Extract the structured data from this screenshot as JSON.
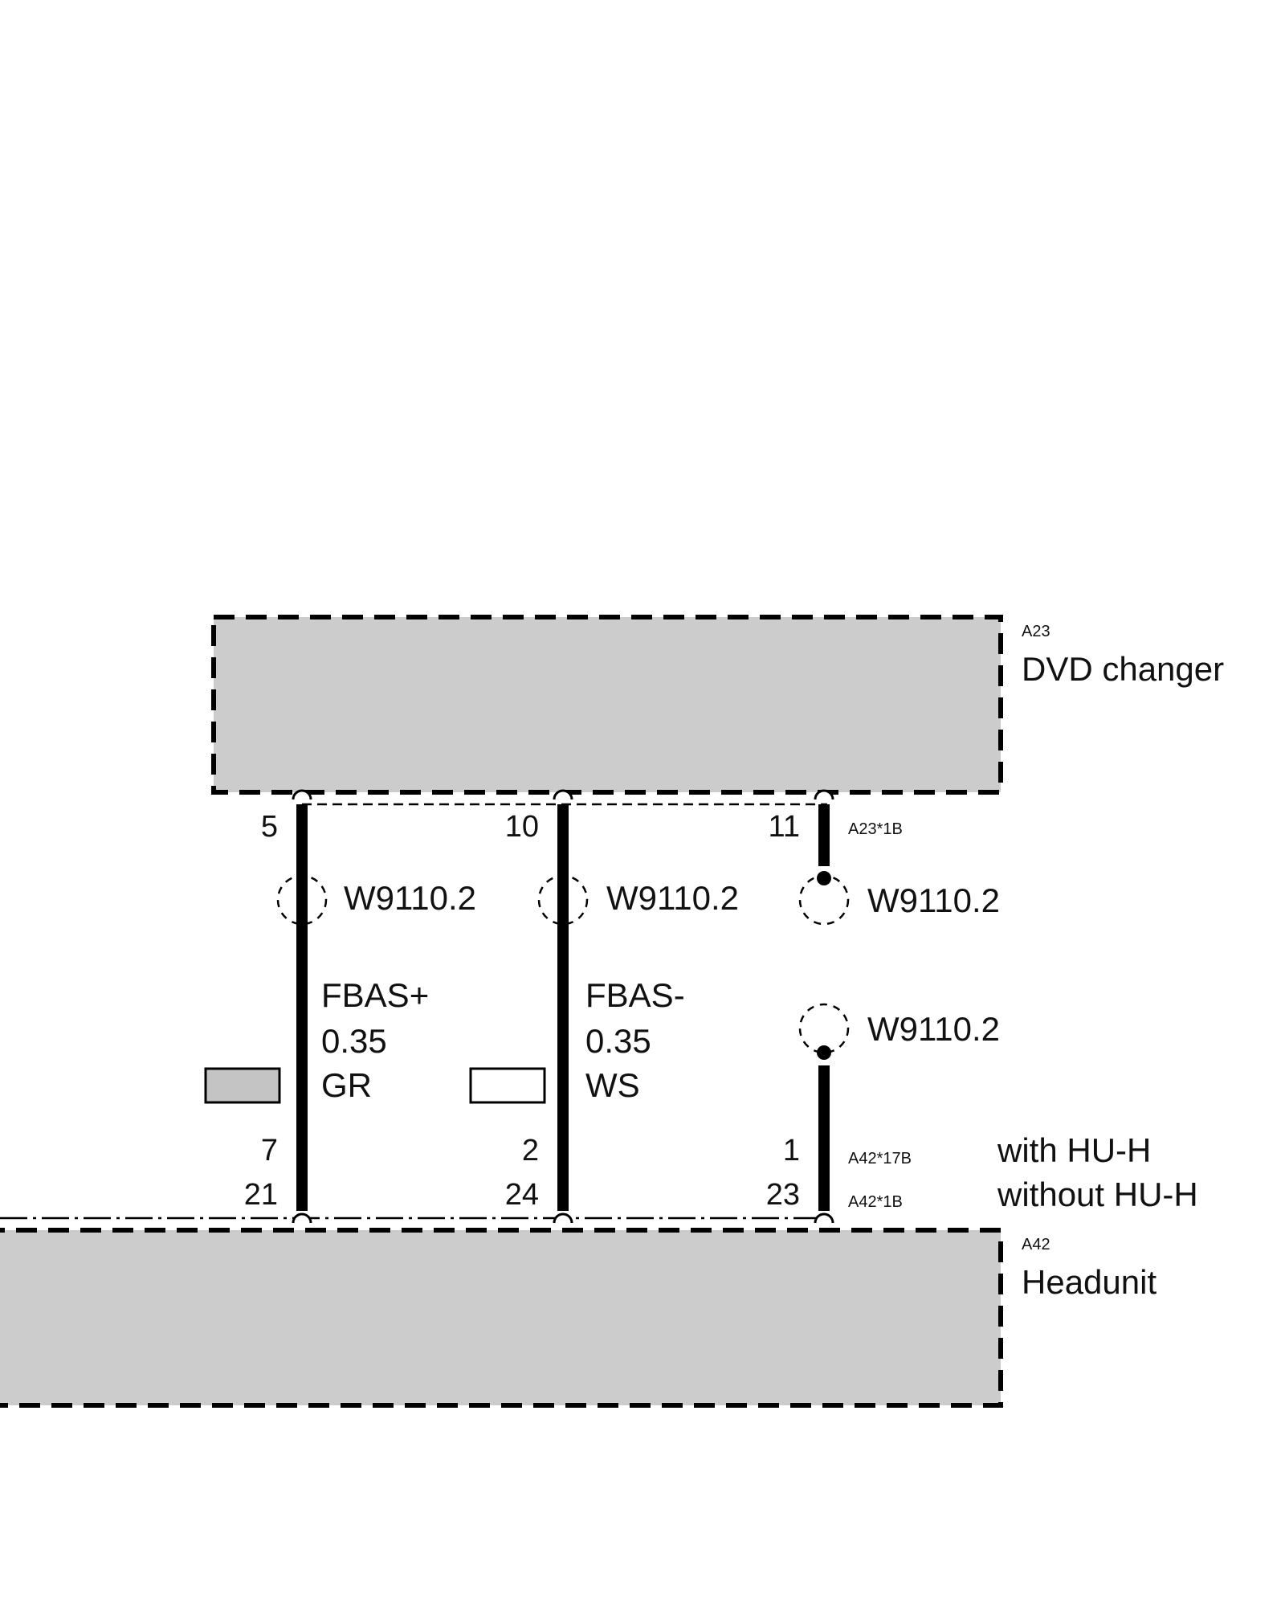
{
  "components": {
    "dvd_changer": {
      "ref": "A23",
      "name": "DVD changer",
      "connector": "A23*1B"
    },
    "headunit": {
      "ref": "A42",
      "name": "Headunit",
      "connector_with": "A42*17B",
      "connector_without": "A42*1B"
    }
  },
  "variants": {
    "with": "with HU-H",
    "without": "without HU-H"
  },
  "wires": [
    {
      "top_pin": "5",
      "shield_ref": "W9110.2",
      "signal": "FBAS+",
      "gauge": "0.35",
      "color_code": "GR",
      "bottom_pin_with": "7",
      "bottom_pin_without": "21"
    },
    {
      "top_pin": "10",
      "shield_ref": "W9110.2",
      "signal": "FBAS-",
      "gauge": "0.35",
      "color_code": "WS",
      "bottom_pin_with": "2",
      "bottom_pin_without": "24"
    },
    {
      "top_pin": "11",
      "shield_ref_top": "W9110.2",
      "shield_ref_bottom": "W9110.2",
      "bottom_pin_with": "1",
      "bottom_pin_without": "23"
    }
  ],
  "colors": {
    "component_fill": "#cccccc",
    "wire": "#000000",
    "GR": "#c4c4c4",
    "WS": "#ffffff"
  }
}
